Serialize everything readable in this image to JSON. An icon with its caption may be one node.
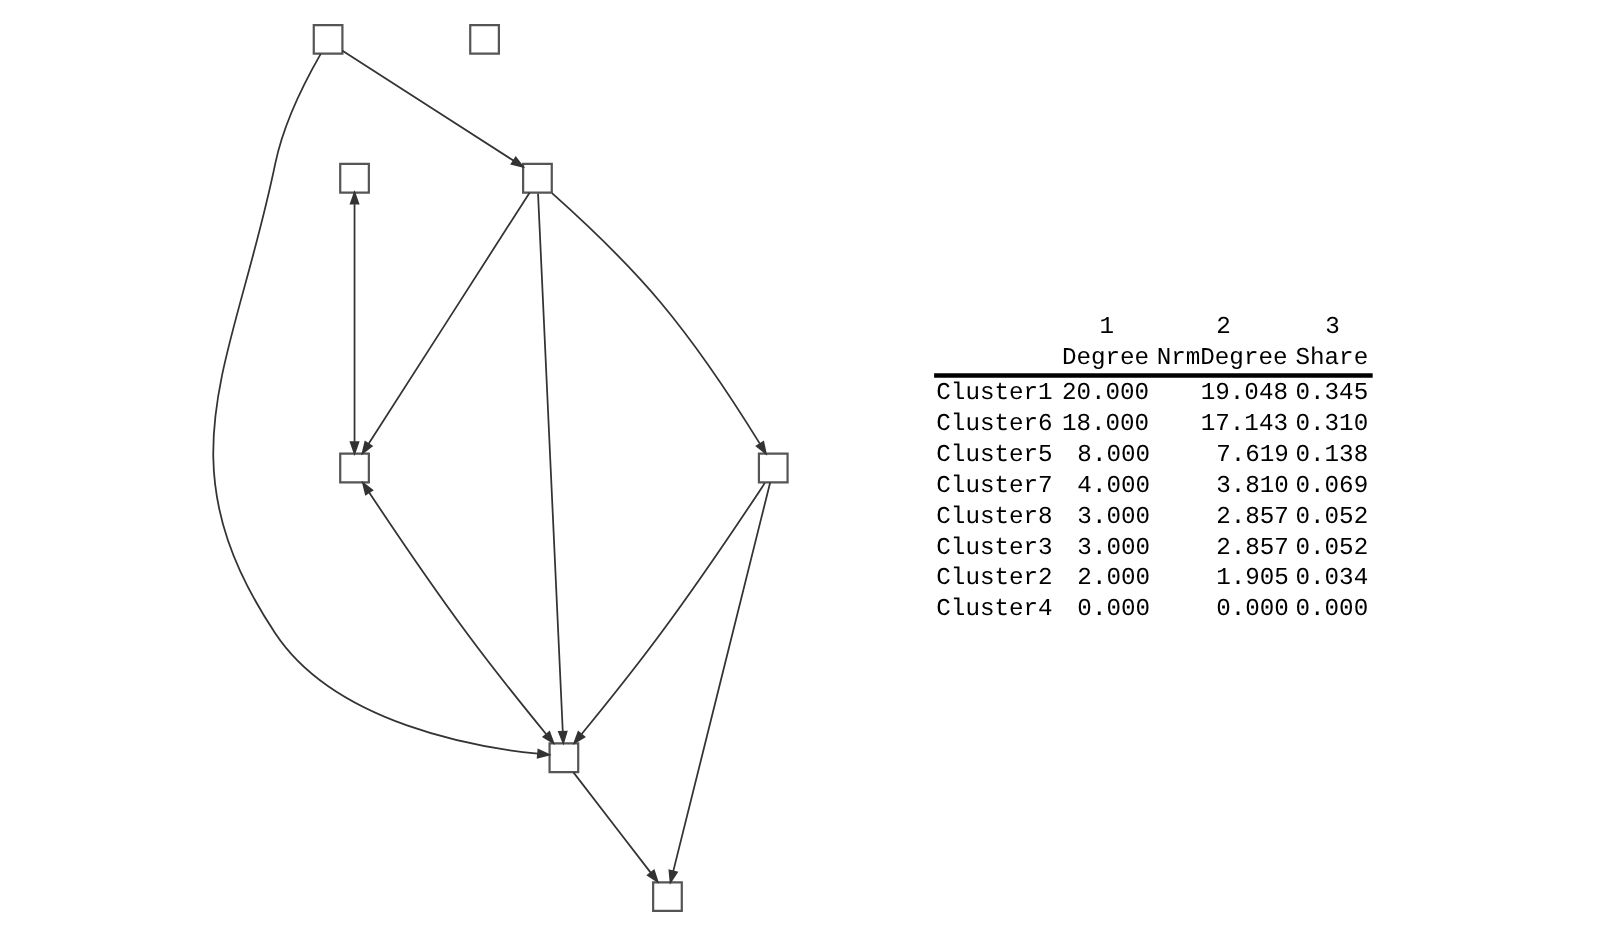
{
  "diagram": {
    "nodes": [
      {
        "text": [],
        "shape": "box"
      },
      {
        "text": [],
        "shape": "box"
      },
      {
        "text": [],
        "shape": "box"
      },
      {
        "text": [],
        "shape": "box"
      },
      {
        "text": [],
        "shape": "box"
      },
      {
        "text": [],
        "shape": "box"
      },
      {
        "text": [],
        "shape": "box"
      },
      {
        "text": [],
        "shape": "box"
      }
    ],
    "edges": [
      {
        "from": 0,
        "to": 2,
        "arrow": "both"
      },
      {
        "from": 3,
        "to": 2,
        "arrow": "to"
      },
      {
        "from": 2,
        "to": 4,
        "arrow": "both"
      },
      {
        "from": 3,
        "to": 4,
        "arrow": "to"
      },
      {
        "from": 6,
        "to": 3,
        "arrow": "to"
      },
      {
        "from": 6,
        "to": 4,
        "arrow": "to"
      },
      {
        "from": 3,
        "to": 7,
        "arrow": "to"
      },
      {
        "from": 7,
        "to": 4,
        "arrow": "to"
      },
      {
        "from": 4,
        "to": 5,
        "arrow": "to"
      },
      {
        "from": 7,
        "to": 5,
        "arrow": "to"
      }
    ],
    "labels": [
      "1",
      "2",
      "3",
      "Degree",
      "NrmDegree",
      "Share",
      "Cluster1",
      "20.000",
      "19.048",
      "0.345",
      "Cluster6",
      "18.000",
      "17.143",
      "0.310",
      "Cluster5",
      "8.000",
      "7.619",
      "0.138",
      "Cluster7",
      "4.000",
      "3.810",
      "0.069",
      "Cluster8",
      "3.000",
      "2.857",
      "0.052",
      "Cluster3",
      "3.000",
      "2.857",
      "0.052",
      "Cluster2",
      "2.000",
      "1.905",
      "0.034",
      "Cluster4",
      "0.000",
      "0.000",
      "0.000"
    ]
  }
}
